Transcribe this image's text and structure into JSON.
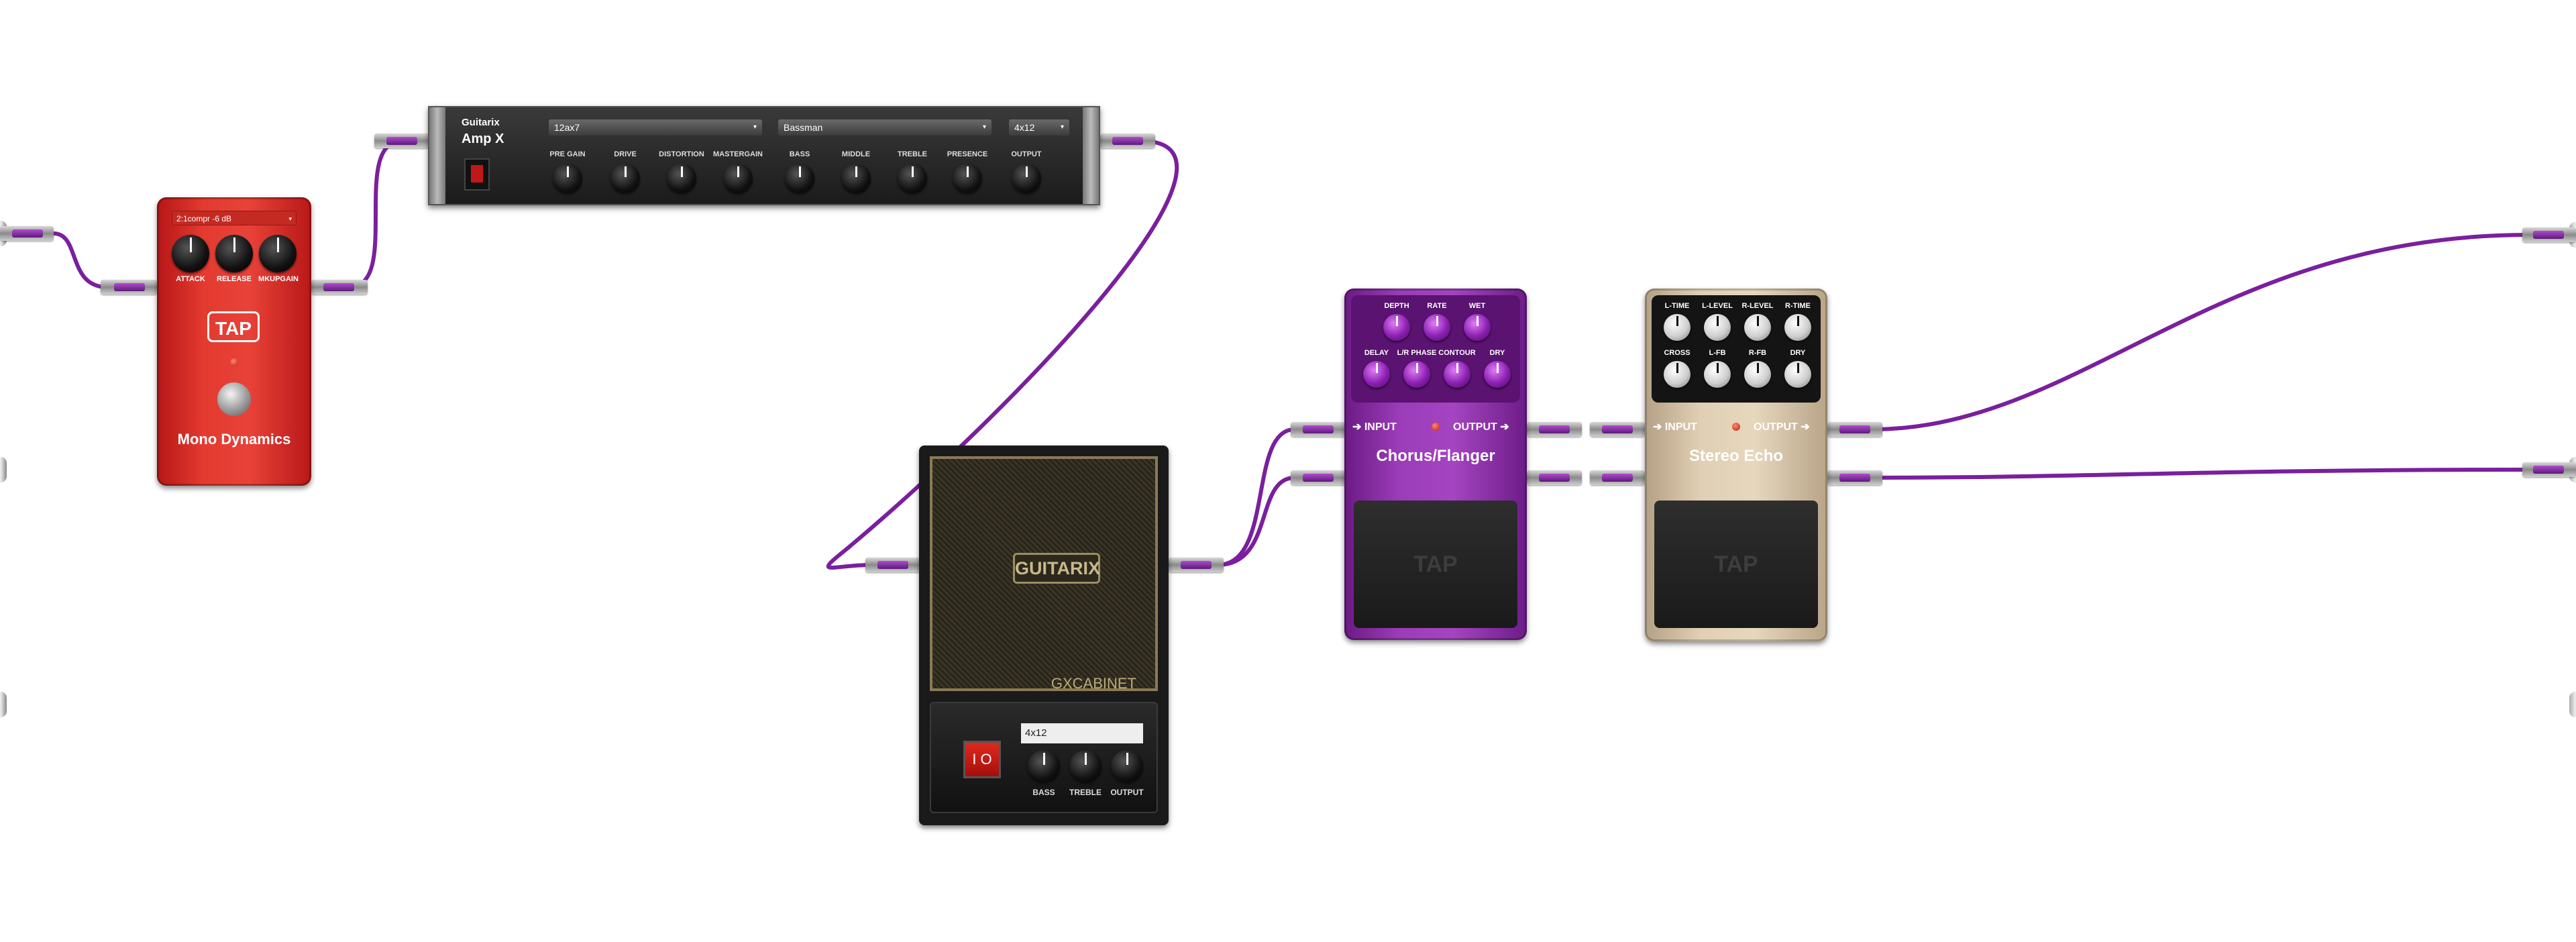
{
  "mono_dynamics": {
    "preset": "2:1compr -6 dB",
    "knobs": [
      "ATTACK",
      "RELEASE",
      "MKUPGAIN"
    ],
    "logo": "TAP",
    "name": "Mono Dynamics"
  },
  "amp": {
    "brand": "Guitarix",
    "model": "Amp X",
    "tube_select": "12ax7",
    "tonestack_select": "Bassman",
    "cab_select": "4x12",
    "knobs": [
      "PRE GAIN",
      "DRIVE",
      "DISTORTION",
      "MASTERGAIN",
      "BASS",
      "MIDDLE",
      "TREBLE",
      "PRESENCE",
      "OUTPUT"
    ]
  },
  "cabinet": {
    "badge": "GUITARIX",
    "brand": "GXCABINET",
    "power_symbol": "I O",
    "model": "4x12",
    "knobs": [
      "BASS",
      "TREBLE",
      "OUTPUT"
    ]
  },
  "chorus": {
    "knobs_row1": [
      "DEPTH",
      "RATE",
      "WET"
    ],
    "knobs_row2": [
      "DELAY",
      "L/R PHASE",
      "CONTOUR",
      "DRY"
    ],
    "input": "INPUT",
    "output": "OUTPUT",
    "name": "Chorus/Flanger",
    "foot_logo": "TAP"
  },
  "echo": {
    "knobs_row1": [
      "L-TIME",
      "L-LEVEL",
      "R-LEVEL",
      "R-TIME"
    ],
    "knobs_row2": [
      "CROSS",
      "L-FB",
      "R-FB",
      "DRY"
    ],
    "input": "INPUT",
    "output": "OUTPUT",
    "name": "Stereo Echo",
    "foot_logo": "TAP"
  },
  "colors": {
    "cable": "#7a1f9e"
  }
}
